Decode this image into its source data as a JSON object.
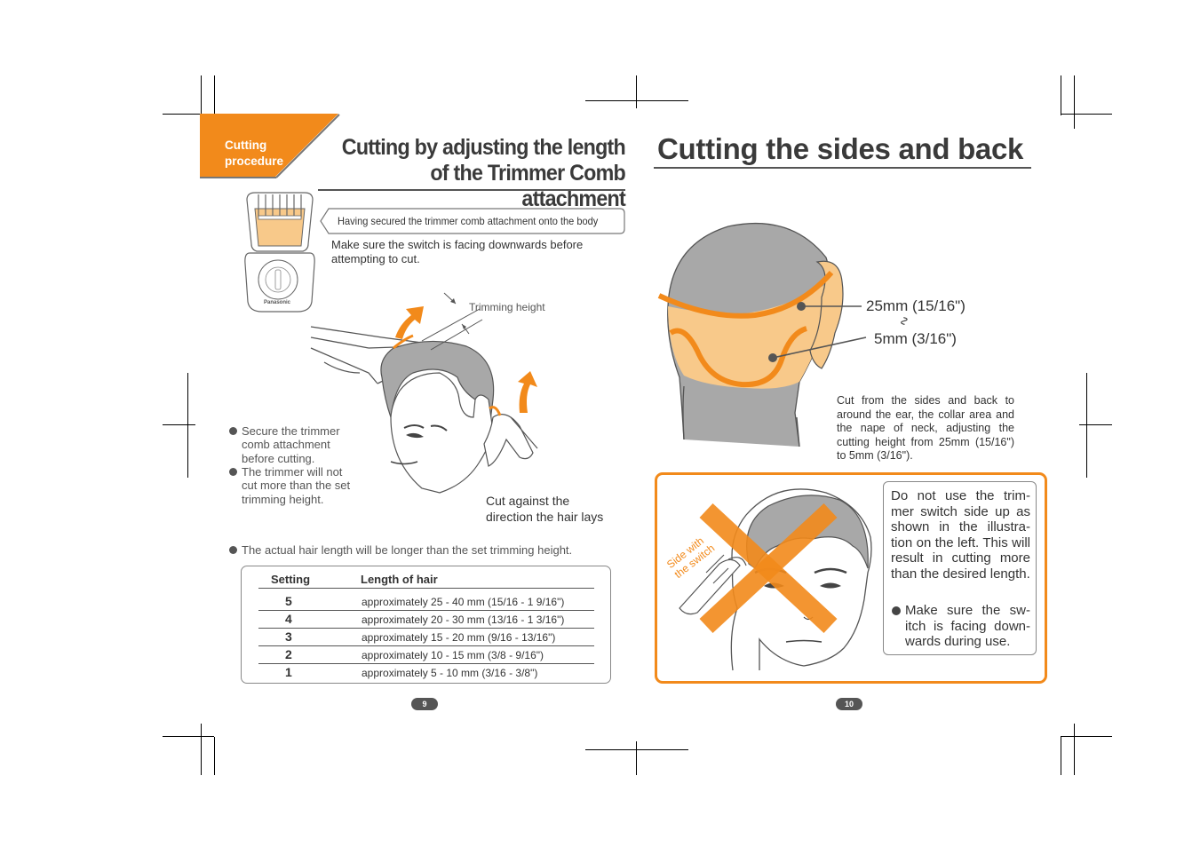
{
  "left_page": {
    "section_tab": {
      "line1": "Cutting",
      "line2": "procedure"
    },
    "title": {
      "line1": "Cutting by adjusting the length",
      "line2": "of the Trimmer Comb attachment"
    },
    "banner": "Having secured the trimmer comb attachment onto the body",
    "intro": {
      "line1": "Make sure the switch is facing downwards before",
      "line2": "attempting to cut."
    },
    "trimmer_logo": "Panasonic",
    "trimming_height_label": "Trimming height",
    "bullets": [
      {
        "l1": "Secure the trimmer",
        "l2": "comb attachment",
        "l3": "before cutting."
      },
      {
        "l1": "The trimmer will not",
        "l2": "cut more than the set",
        "l3": "trimming height."
      }
    ],
    "cut_against": {
      "line1": "Cut against the",
      "line2": "direction the hair lays"
    },
    "note": "The actual hair length will be longer than the set trimming height.",
    "table": {
      "headers": {
        "setting": "Setting",
        "length": "Length of hair"
      },
      "rows": [
        {
          "setting": "5",
          "length": "approximately  25 - 40 mm (15/16 - 1 9/16\")"
        },
        {
          "setting": "4",
          "length": "approximately  20 - 30 mm (13/16 - 1 3/16\")"
        },
        {
          "setting": "3",
          "length": "approximately  15 - 20 mm (9/16 - 13/16\")"
        },
        {
          "setting": "2",
          "length": "approximately  10 - 15 mm (3/8 - 9/16\")"
        },
        {
          "setting": "1",
          "length": "approximately    5 - 10 mm (3/16 - 3/8\")"
        }
      ]
    },
    "page_number": "9"
  },
  "right_page": {
    "title": "Cutting the sides and back",
    "label_top": "25mm (15/16\")",
    "label_tilde": "∿",
    "label_bottom": "5mm (3/16\")",
    "description": "Cut from the sides and back to around the ear, the collar area and the nape of neck, adjusting the cutting height from 25mm (15/16\") to 5mm (3/16\").",
    "switch_label": {
      "line1": "Side with",
      "line2": "the switch"
    },
    "warning": "Do not use the trim-mer switch side up as shown in the illustra-tion on the left. This will result in cutting more than the desired length.",
    "warning_bullet": "Make sure the sw-itch is facing down-wards during use.",
    "page_number": "10"
  },
  "colors": {
    "accent": "#F28A1B",
    "skin": "#F8C98A",
    "hair": "#A8A8A8",
    "text": "#333333"
  }
}
